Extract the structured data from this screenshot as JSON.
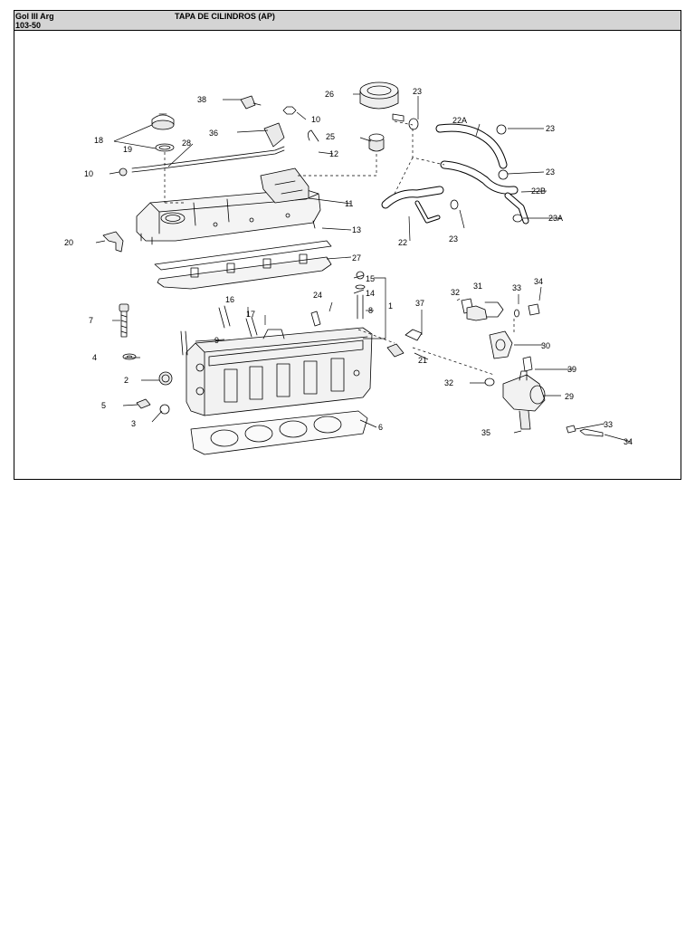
{
  "header": {
    "model": "Gol III Arg",
    "code": "103-50",
    "title": "TAPA DE CILINDROS (AP)"
  },
  "callouts": {
    "c1": "1",
    "c2": "2",
    "c3": "3",
    "c4": "4",
    "c5": "5",
    "c6": "6",
    "c7": "7",
    "c8": "8",
    "c9": "9",
    "c10a": "10",
    "c10b": "10",
    "c11": "11",
    "c12": "12",
    "c13": "13",
    "c14": "14",
    "c15": "15",
    "c16": "16",
    "c17": "17",
    "c18": "18",
    "c19": "19",
    "c20": "20",
    "c21": "21",
    "c22": "22",
    "c22a": "22A",
    "c22b": "22B",
    "c23a": "23",
    "c23b": "23",
    "c23c": "23",
    "c23d": "23",
    "c23x": "23A",
    "c24": "24",
    "c25": "25",
    "c26": "26",
    "c27": "27",
    "c28": "28",
    "c29": "29",
    "c30": "30",
    "c31": "31",
    "c32a": "32",
    "c32b": "32",
    "c33a": "33",
    "c33b": "33",
    "c34a": "34",
    "c34b": "34",
    "c35": "35",
    "c36": "36",
    "c37": "37",
    "c38": "38",
    "c39": "39"
  }
}
